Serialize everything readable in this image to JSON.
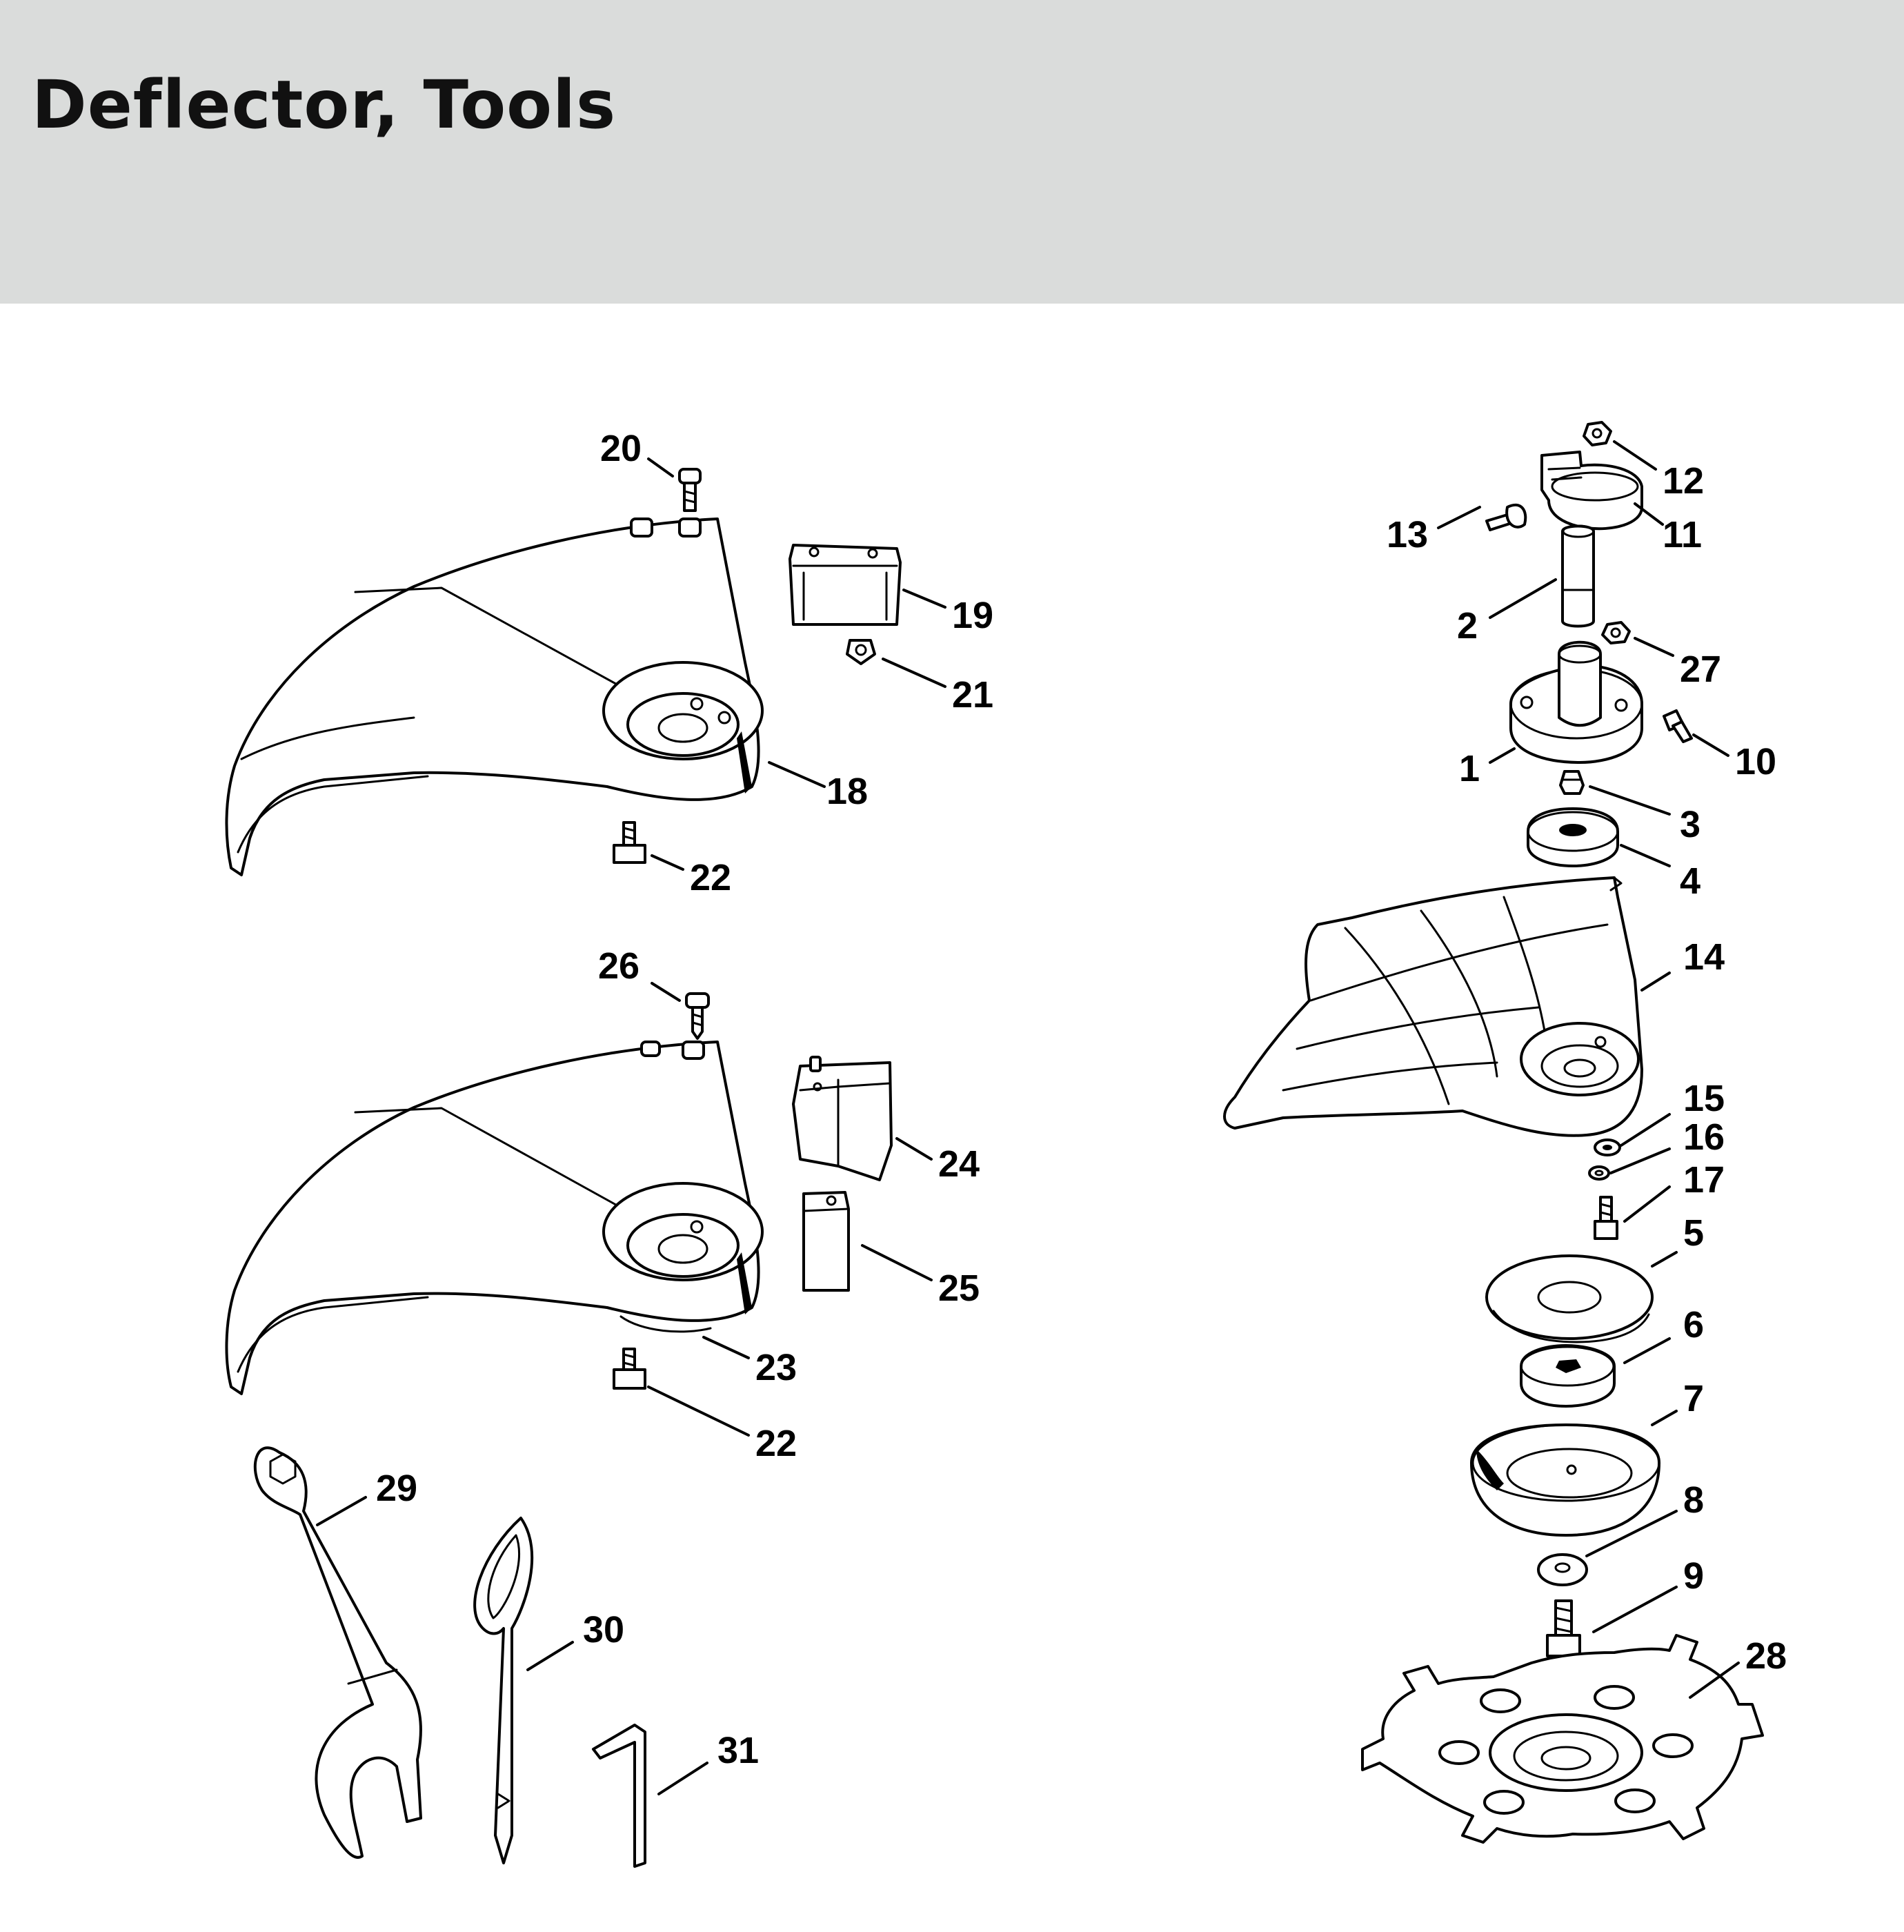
{
  "header": {
    "title": "Deflector, Tools",
    "background": "#dadcdb"
  },
  "callouts": {
    "c1": "1",
    "c2": "2",
    "c3": "3",
    "c4": "4",
    "c5": "5",
    "c6": "6",
    "c7": "7",
    "c8": "8",
    "c9": "9",
    "c10": "10",
    "c11": "11",
    "c12": "12",
    "c13": "13",
    "c14": "14",
    "c15": "15",
    "c16": "16",
    "c17": "17",
    "c18": "18",
    "c19": "19",
    "c20": "20",
    "c21": "21",
    "c22a": "22",
    "c22b": "22",
    "c23": "23",
    "c24": "24",
    "c25": "25",
    "c26": "26",
    "c27": "27",
    "c28": "28",
    "c29": "29",
    "c30": "30",
    "c31": "31"
  }
}
